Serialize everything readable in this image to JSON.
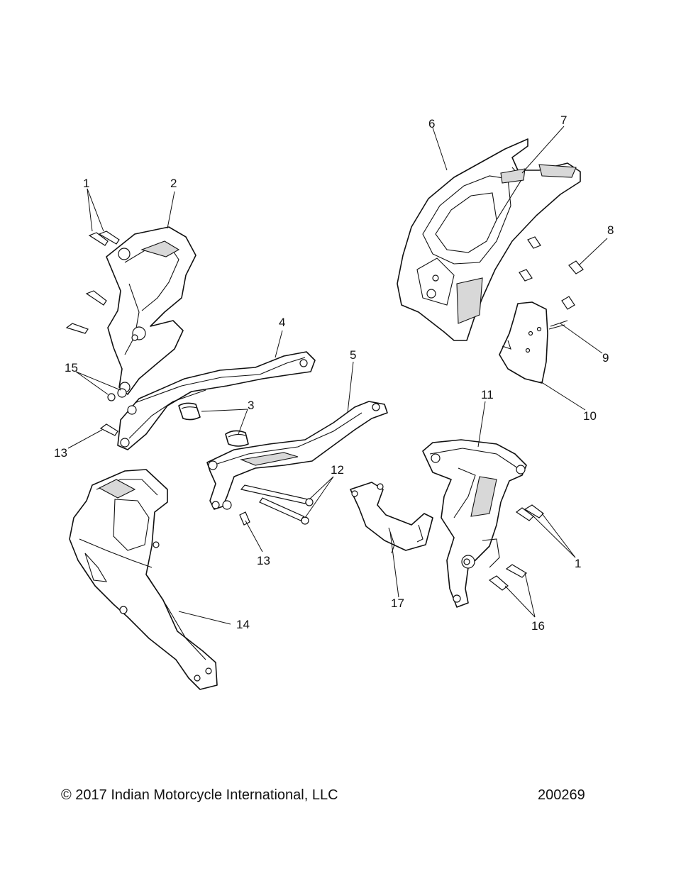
{
  "diagram": {
    "callouts": [
      "1",
      "2",
      "3",
      "4",
      "5",
      "6",
      "7",
      "8",
      "9",
      "10",
      "11",
      "12",
      "13",
      "14",
      "15",
      "16",
      "17",
      "1",
      "13"
    ]
  },
  "footer": {
    "copyright": "© 2017 Indian Motorcycle International, LLC",
    "document_number": "200269"
  }
}
